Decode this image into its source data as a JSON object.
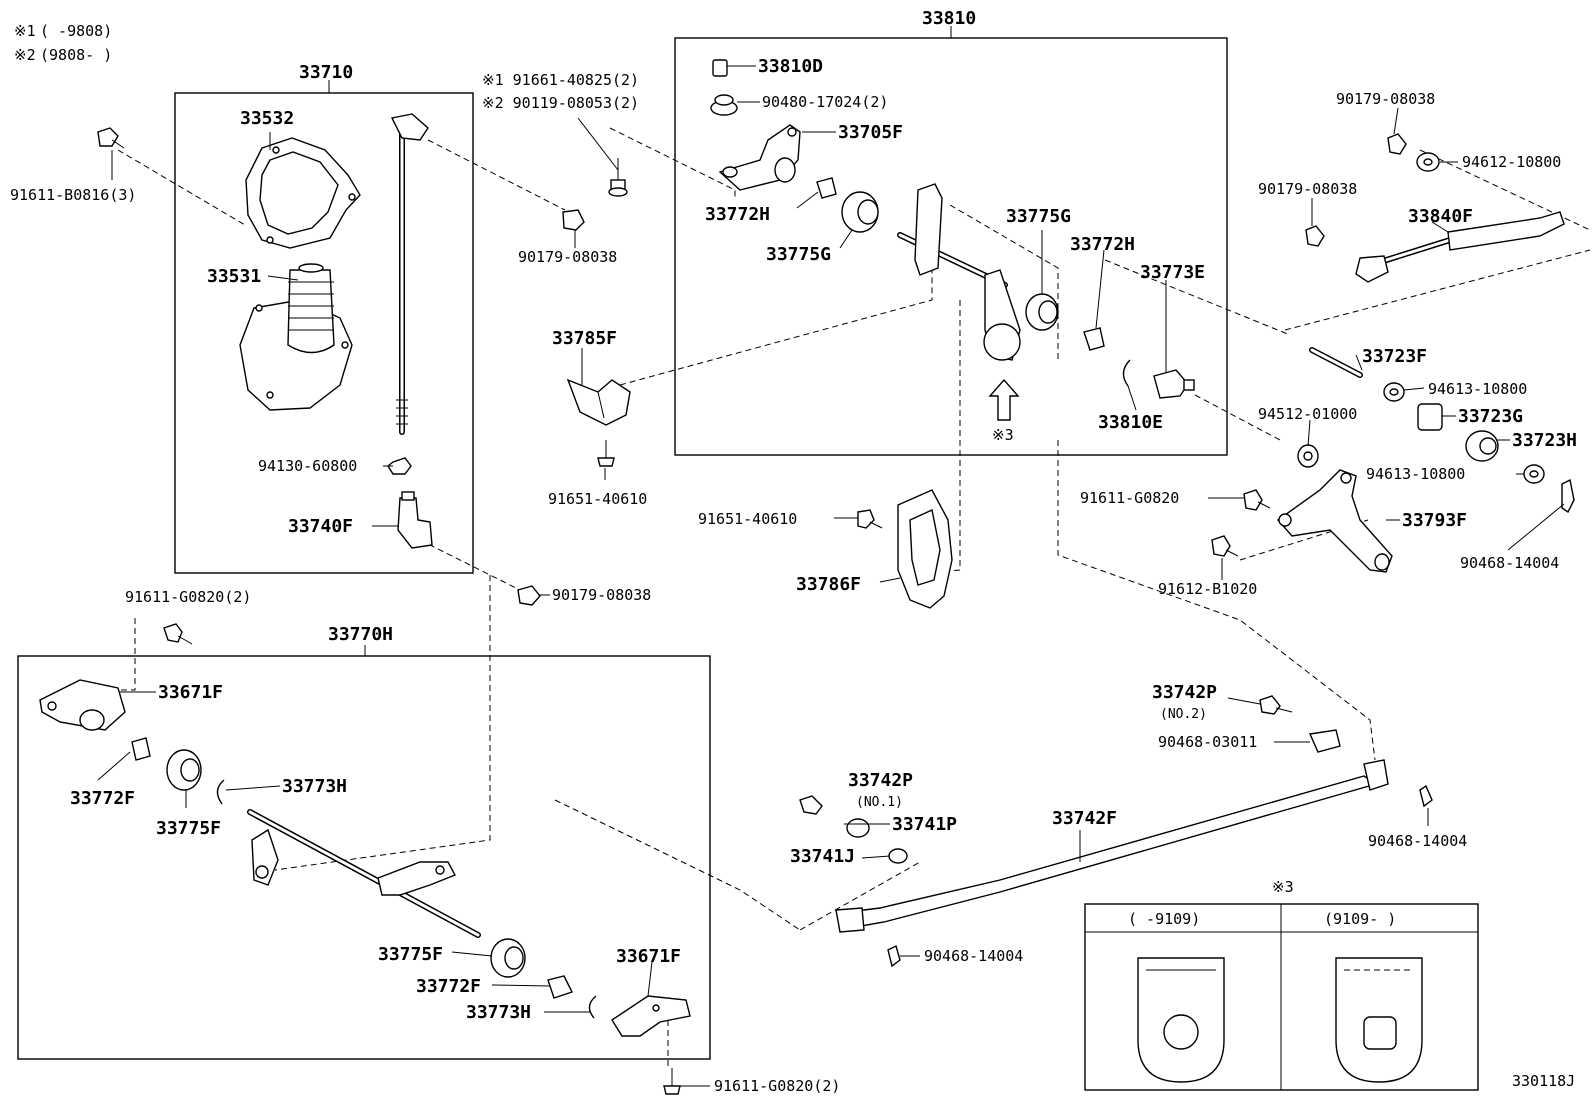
{
  "notes": {
    "n1_mark": "※1",
    "n1_range": "(      -9808)",
    "n2_mark": "※2",
    "n2_range": "(9808-      )"
  },
  "boxes": {
    "shift_lever_box": "33710",
    "shaft_box": "33810",
    "cross_shaft_box": "33770H"
  },
  "parts": {
    "p33532": "33532",
    "p33531": "33531",
    "p94130": "94130-60800",
    "p33740F": "33740F",
    "p91611_b0816": "91611-B0816(3)",
    "p91661_note": "※1 91661-40825(2)",
    "p90119_note": "※2 90119-08053(2)",
    "p90179_a": "90179-08038",
    "p33785F": "33785F",
    "p91651_a": "91651-40610",
    "p90179_b": "90179-08038",
    "p91611_g0820_2a": "91611-G0820(2)",
    "p33810D": "33810D",
    "p90480": "90480-17024(2)",
    "p33705F": "33705F",
    "p33772H_a": "33772H",
    "p33775G_a": "33775G",
    "p33775G_b": "33775G",
    "p33772H_b": "33772H",
    "p33773E": "33773E",
    "p33810E": "33810E",
    "p_note3_arrow": "※3",
    "p91651_b": "91651-40610",
    "p33786F": "33786F",
    "p90179_c": "90179-08038",
    "p94612": "94612-10800",
    "p90179_d": "90179-08038",
    "p33840F": "33840F",
    "p33723F": "33723F",
    "p94613_a": "94613-10800",
    "p94512": "94512-01000",
    "p33723G": "33723G",
    "p33723H": "33723H",
    "p94613_b": "94613-10800",
    "p91611_g0820": "91611-G0820",
    "p33793F": "33793F",
    "p91612": "91612-B1020",
    "p90468_a": "90468-14004",
    "p33671F_a": "33671F",
    "p33772F_a": "33772F",
    "p33773H_a": "33773H",
    "p33775F_a": "33775F",
    "p33775F_b": "33775F",
    "p33772F_b": "33772F",
    "p33773H_b": "33773H",
    "p33671F_b": "33671F",
    "p91611_g0820_2b": "91611-G0820(2)",
    "p33742P_2": "33742P",
    "p33742P_2_note": "(NO.2)",
    "p90468_03011": "90468-03011",
    "p33742P_1": "33742P",
    "p33742P_1_note": "(NO.1)",
    "p33741P": "33741P",
    "p33741J": "33741J",
    "p33742F": "33742F",
    "p90468_b": "90468-14004",
    "p90468_c": "90468-14004"
  },
  "inset": {
    "mark": "※3",
    "left_range": "(      -9109)",
    "right_range": "(9109-      )"
  },
  "figure_id": "330118J"
}
